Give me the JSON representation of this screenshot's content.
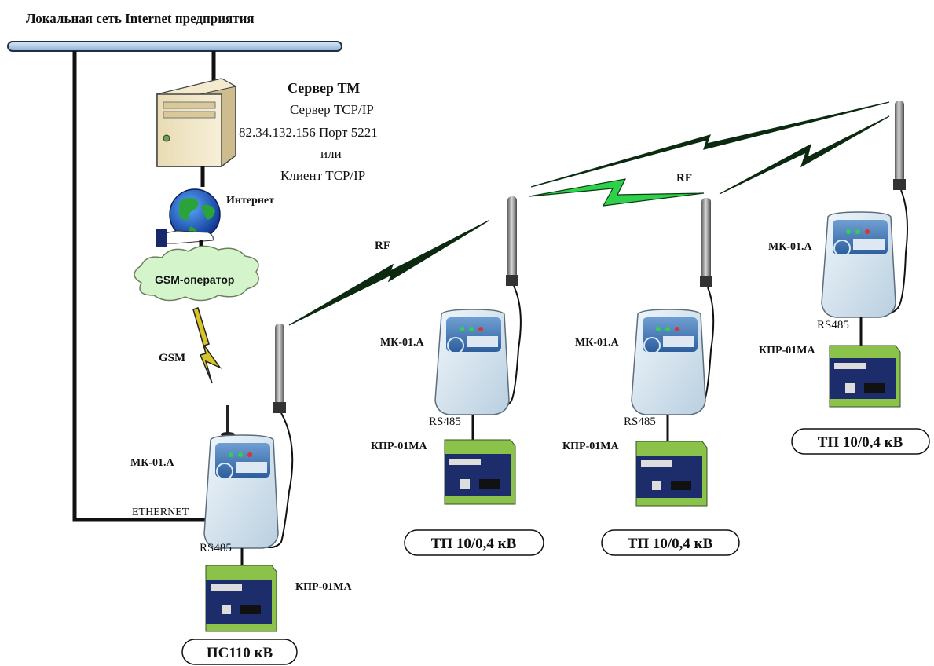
{
  "network": {
    "title": "Локальная сеть Internet предприятия"
  },
  "server": {
    "title": "Сервер ТМ",
    "line1": "Сервер TCP/IP",
    "line2": "82.34.132.156  Порт 5221",
    "line3": "или",
    "line4": "Клиент TCP/IP"
  },
  "internet": {
    "label": "Интернет"
  },
  "gsm_operator": {
    "label": "GSM-оператор"
  },
  "links": {
    "gsm": "GSM",
    "rf": "RF",
    "ethernet": "ETHERNET",
    "rs485": "RS485"
  },
  "devices": {
    "modem": "МК-01.А",
    "controller": "КПР-01МА"
  },
  "stations": {
    "main": "ПС110 кВ",
    "tp1": "ТП 10/0,4 кВ",
    "tp2": "ТП 10/0,4 кВ",
    "tp3": "ТП 10/0,4 кВ"
  },
  "colors": {
    "bus": "#a9c3de",
    "rf_bolt_dark": "#0b2a10",
    "rf_bolt_green": "#2ed14a",
    "gsm_bolt": "#c8b820",
    "cloud": "#d4f5cc"
  }
}
